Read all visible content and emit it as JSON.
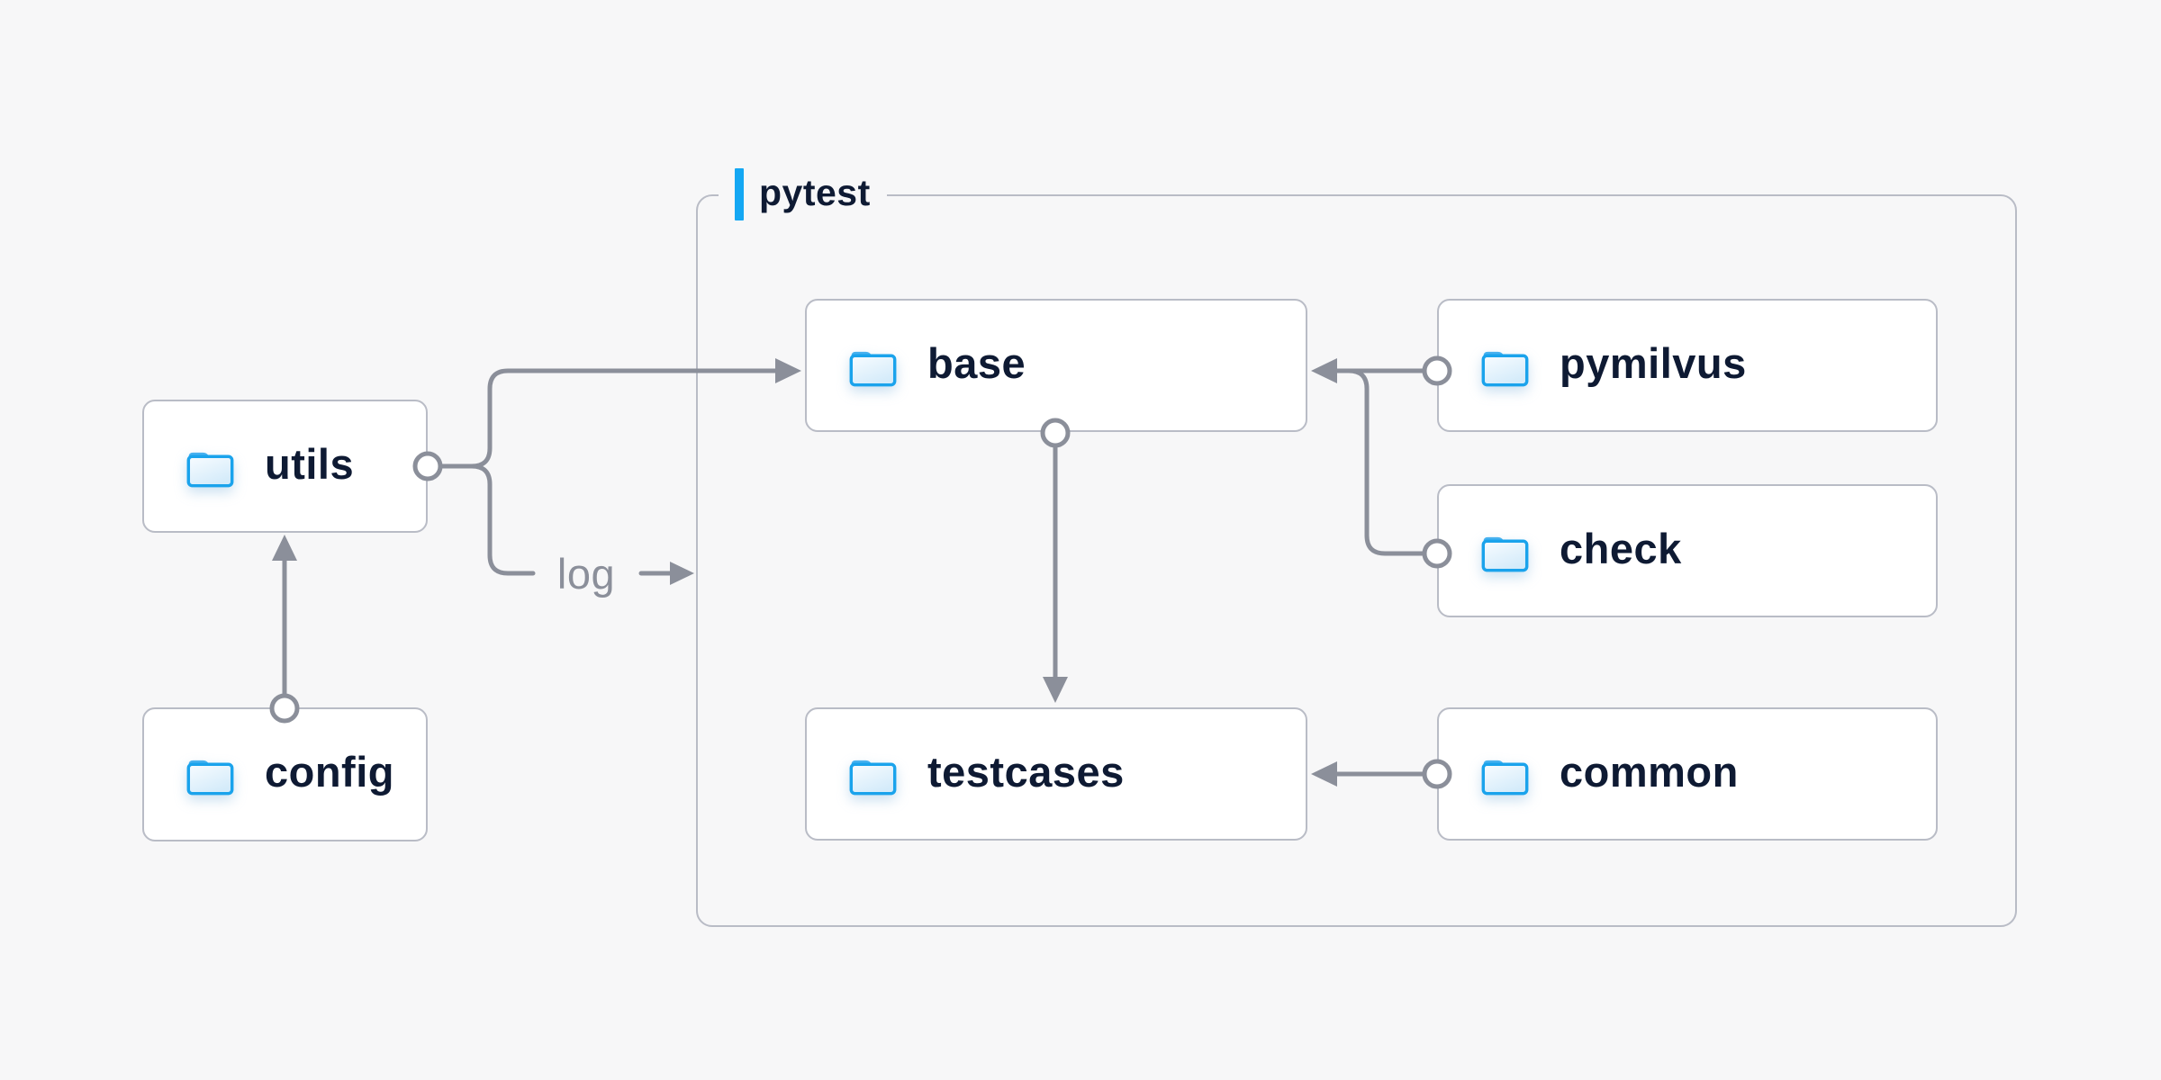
{
  "diagram": {
    "group": {
      "label": "pytest"
    },
    "nodes": {
      "utils": {
        "label": "utils",
        "icon": "folder-icon"
      },
      "config": {
        "label": "config",
        "icon": "folder-icon"
      },
      "base": {
        "label": "base",
        "icon": "folder-icon"
      },
      "pymilvus": {
        "label": "pymilvus",
        "icon": "folder-icon"
      },
      "check": {
        "label": "check",
        "icon": "folder-icon"
      },
      "testcases": {
        "label": "testcases",
        "icon": "folder-icon"
      },
      "common": {
        "label": "common",
        "icon": "folder-icon"
      }
    },
    "edges": [
      {
        "from": "config",
        "to": "utils",
        "label": ""
      },
      {
        "from": "utils",
        "to": "base",
        "label": ""
      },
      {
        "from": "utils",
        "to": "pytest-group",
        "label": "log"
      },
      {
        "from": "pymilvus",
        "to": "base",
        "label": ""
      },
      {
        "from": "check",
        "to": "base",
        "label": ""
      },
      {
        "from": "base",
        "to": "testcases",
        "label": ""
      },
      {
        "from": "common",
        "to": "testcases",
        "label": ""
      }
    ],
    "colors": {
      "background": "#f7f7f8",
      "node_fill": "#ffffff",
      "node_border": "#b9bcc6",
      "group_border": "#b9bcc6",
      "wire": "#8b8f9a",
      "label_text": "#0e1a33",
      "accent_bar": "#14a7f3",
      "folder_blue": "#1aa3ec",
      "edge_label_text": "#8b8f9a"
    }
  }
}
